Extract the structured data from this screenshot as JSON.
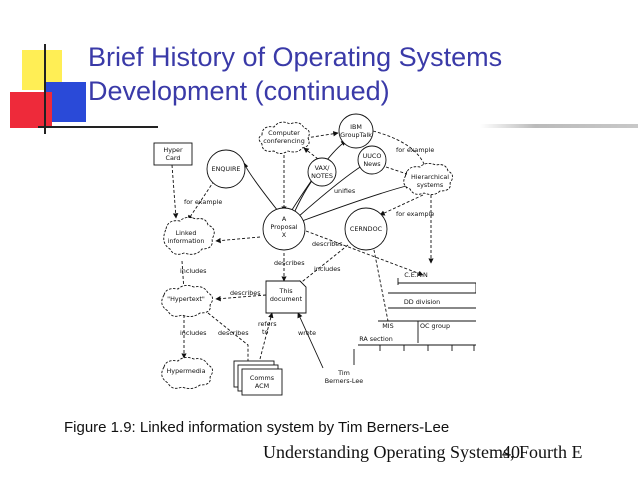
{
  "slide": {
    "title": "Brief History of Operating Systems\nDevelopment (continued)",
    "caption": "Figure 1.9: Linked information system by Tim Berners-Lee",
    "footer": "Understanding Operating Systems, Fourth E",
    "page_number": "40"
  },
  "diagram": {
    "nodes": {
      "hyper_card": [
        "Hyper",
        "Card"
      ],
      "computer_conferencing": [
        "Computer",
        "conferencing"
      ],
      "ibm_grouptalk": [
        "IBM",
        "GroupTalk"
      ],
      "enquire": [
        "ENQUIRE"
      ],
      "vax_notes": [
        "VAX/",
        "NOTES"
      ],
      "uuco_news": [
        "UUCO",
        "News"
      ],
      "hierarchical_systems": [
        "Hierarchical",
        "systems"
      ],
      "linked_information": [
        "Linked",
        "information"
      ],
      "proposal": [
        "A",
        "Proposal",
        "X"
      ],
      "cerndoc": [
        "CERNDOC"
      ],
      "cern": [
        "C.E.R.N"
      ],
      "hypertext": [
        "\"Hypertext\""
      ],
      "this_document": [
        "This",
        "document"
      ],
      "dd_division": [
        "DD division"
      ],
      "mis": [
        "MIS"
      ],
      "oc_group": [
        "OC group"
      ],
      "ra_section": [
        "RA section"
      ],
      "hypermedia": [
        "Hypermedia"
      ],
      "comms_acm": [
        "Comms",
        "ACM"
      ],
      "tim_berners_lee": [
        "Tim",
        "Berners-Lee"
      ]
    },
    "edge_labels": {
      "for_example_1": "for example",
      "for_example_2": "for example",
      "for_example_3": "for example",
      "unifies": "unifies",
      "describes_cern": "describes",
      "describes_doc": "describes",
      "describes_ht": "describes",
      "describes_hm": "describes",
      "includes_1": "includes",
      "includes_2": "includes",
      "includes_3": "includes",
      "refers_to": [
        "refers",
        "to"
      ],
      "wrote": "wrote"
    }
  }
}
